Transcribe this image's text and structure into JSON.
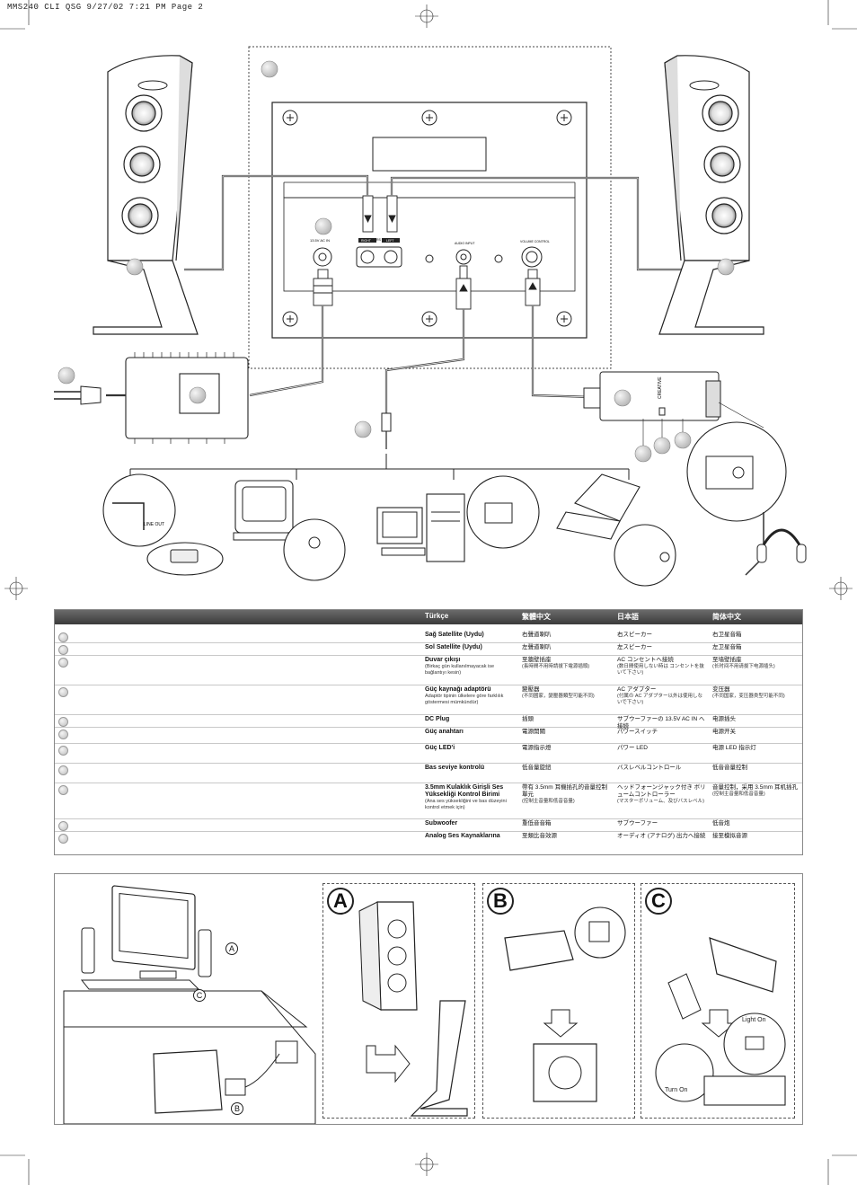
{
  "header": {
    "print_line": "MMS240 CLI QSG  9/27/02  7:21 PM  Page 2"
  },
  "legend": {
    "columns": [
      "Türkçe",
      "繁體中文",
      "日本語",
      "简体中文"
    ],
    "rows": [
      {
        "tr": "Sağ Satellite (Uydu)",
        "tr_sub": "",
        "zh_tw": "右聲道喇叭",
        "zh_tw_sub": "",
        "ja": "右スピーカー",
        "ja_sub": "",
        "zh_cn": "右卫星音箱",
        "zh_cn_sub": ""
      },
      {
        "tr": "Sol Satellite (Uydu)",
        "tr_sub": "",
        "zh_tw": "左聲道喇叭",
        "zh_tw_sub": "",
        "ja": "左スピーカー",
        "ja_sub": "",
        "zh_cn": "左卫星音箱",
        "zh_cn_sub": ""
      },
      {
        "tr": "Duvar çıkışı",
        "tr_sub": "(Birkaç gün kullanılmayacak ise bağlantıyı kesin)",
        "zh_tw": "至牆壁插座",
        "zh_tw_sub": "(長時間不用時請拔下電源插頭)",
        "ja": "AC コンセントへ接続",
        "ja_sub": "(数日間使用しない時は コンセントを抜いて下さい)",
        "zh_cn": "至墙壁插座",
        "zh_cn_sub": "(长时间不用请拔下电源插头)"
      },
      {
        "tr": "Güç kaynağı adaptörü",
        "tr_sub": "Adaptör tipinin ülkelere göre farklılık göstermesi mümkündür)",
        "zh_tw": "變壓器",
        "zh_tw_sub": "(不同國家，變壓器類型可能不同)",
        "ja": "AC アダプター",
        "ja_sub": "(付属の AC アダプター以外は使用しないで下さい)",
        "zh_cn": "变压器",
        "zh_cn_sub": "(不同国家，变压器类型可能不同)"
      },
      {
        "tr": "DC Plug",
        "tr_sub": "",
        "zh_tw": "插頭",
        "zh_tw_sub": "",
        "ja": "サブウーファーの 13.5V AC IN へ接続",
        "ja_sub": "",
        "zh_cn": "电源插头",
        "zh_cn_sub": ""
      },
      {
        "tr": "Güç anahtarı",
        "tr_sub": "",
        "zh_tw": "電源開關",
        "zh_tw_sub": "",
        "ja": "パワースイッチ",
        "ja_sub": "",
        "zh_cn": "电源开关",
        "zh_cn_sub": ""
      },
      {
        "tr": "Güç LED'i",
        "tr_sub": "",
        "zh_tw": "電源指示燈",
        "zh_tw_sub": "",
        "ja": "パワー LED",
        "ja_sub": "",
        "zh_cn": "电源 LED 指示灯",
        "zh_cn_sub": ""
      },
      {
        "tr": "Bas seviye kontrolü",
        "tr_sub": "",
        "zh_tw": "低音量旋鈕",
        "zh_tw_sub": "",
        "ja": "バスレベルコントロール",
        "ja_sub": "",
        "zh_cn": "低音音量控制",
        "zh_cn_sub": ""
      },
      {
        "tr": "3.5mm Kulaklık Girişli Ses Yüksekliği Kontrol Birimi",
        "tr_sub": "(Ana ses yüksekliğini ve bas düzeyini kontrol etmek için)",
        "zh_tw": "帶有 3.5mm 耳機插孔的音量控制單元",
        "zh_tw_sub": "(控制主音量和低音音量)",
        "ja": "ヘッドフォーンジャック付き ボリュームコントローラー",
        "ja_sub": "(マスターボリューム、及びバスレベル)",
        "zh_cn": "音量控制，采用 3.5mm 耳机插孔",
        "zh_cn_sub": "(控制主音量和低音音量)"
      },
      {
        "tr": "Subwoofer",
        "tr_sub": "",
        "zh_tw": "重低音音箱",
        "zh_tw_sub": "",
        "ja": "サブウーファー",
        "ja_sub": "",
        "zh_cn": "低音炮",
        "zh_cn_sub": ""
      },
      {
        "tr": "Analog Ses Kaynaklarına",
        "tr_sub": "",
        "zh_tw": "至類比音效源",
        "zh_tw_sub": "",
        "ja": "オーディオ (アナログ) 出力へ接続",
        "ja_sub": "",
        "zh_cn": "接至模拟音源",
        "zh_cn_sub": ""
      }
    ]
  },
  "diagram_labels": {
    "ac_in": "13.5V AC IN",
    "speakers": "SPEAKERS",
    "right": "RIGHT",
    "left": "LEFT",
    "audio_input": "AUDIO INPUT",
    "volume_control": "VOLUME CONTROL",
    "line_out": "LINE OUT",
    "creative": "CREATIVE",
    "light_on": "Light On",
    "turn_on": "Turn On"
  },
  "steps": {
    "a": "A",
    "b": "B",
    "c": "C"
  }
}
